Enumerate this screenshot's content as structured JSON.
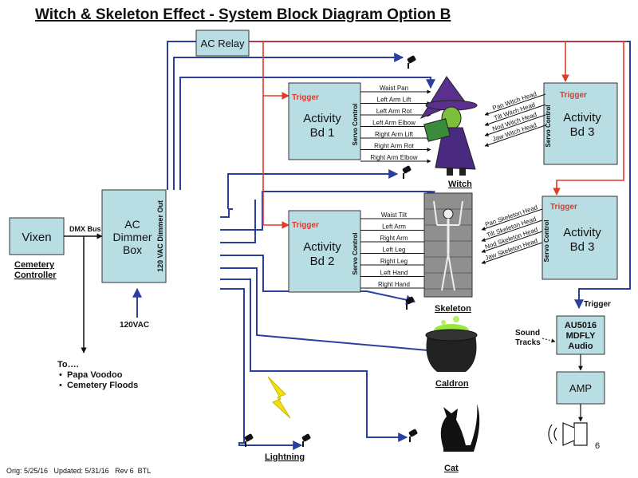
{
  "title": "Witch & Skeleton Effect - System Block Diagram Option B",
  "footer": "Orig: 5/25/16   Updated: 5/31/16   Rev 6  BTL",
  "page_number": "6",
  "colors": {
    "box_fill": "#b8dde3",
    "wire_blue": "#2a3f9e",
    "trigger_red": "#e03a2a",
    "black": "#111111",
    "lightning": "#f0e010"
  },
  "blocks": {
    "ac_relay": "AC Relay",
    "vixen": "Vixen",
    "cemetery_controller": [
      "Cemetery",
      "Controller"
    ],
    "dmx_bus": "DMX Bus",
    "dimmer": [
      "AC",
      "Dimmer",
      "Box"
    ],
    "dimmer_out": "120 VAC Dimmer Out",
    "vac_in": "120VAC",
    "activity1": [
      "Activity",
      "Bd 1"
    ],
    "activity2": [
      "Activity",
      "Bd 2"
    ],
    "activity3a": [
      "Activity",
      "Bd 3"
    ],
    "activity3b": [
      "Activity",
      "Bd 3"
    ],
    "trigger": "Trigger",
    "servo_control": "Servo Control",
    "audio": [
      "AU5016",
      "MDFLY",
      "Audio"
    ],
    "amp": "AMP",
    "sound_tracks": [
      "Sound",
      "Tracks"
    ],
    "audio_trigger": "Trigger"
  },
  "to_list": {
    "heading": "To….",
    "items": [
      "Papa Voodoo",
      "Cemetery Floods"
    ]
  },
  "bd1_outputs": [
    "Waist Pan",
    "Left Arm Lift",
    "Left Arm Rot",
    "Left Arm Elbow",
    "Right Arm Lift",
    "Right Arm Rot",
    "Right Arm Elbow"
  ],
  "bd2_outputs": [
    "Waist Tilt",
    "Left Arm",
    "Right Arm",
    "Left Leg",
    "Right Leg",
    "Left Hand",
    "Right Hand"
  ],
  "bd3a_outputs": [
    "Pan Witch Head",
    "Tilt Witch Head",
    "Nod Witch Head",
    "Jaw Witch Head"
  ],
  "bd3b_outputs": [
    "Pan Skeleton Head",
    "Tilt Skeleton Head",
    "Nod Skeleton Head",
    "Jaw Skeleton Head"
  ],
  "props": {
    "witch": "Witch",
    "skeleton": "Skeleton",
    "caldron": "Caldron",
    "lightning": "Lightning",
    "cat": "Cat"
  }
}
